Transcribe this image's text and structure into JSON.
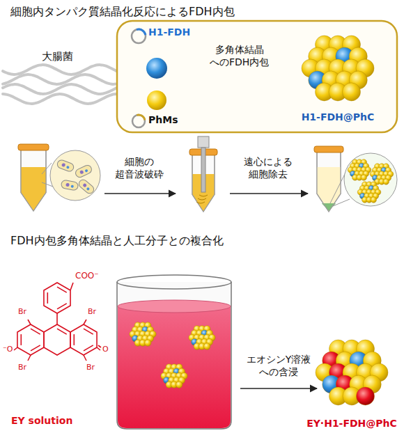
{
  "diagram": {
    "title": "細胞内タンパク質結晶化反応によるFDH内包",
    "nodes": [
      {
        "text": [
          "大腸菌"
        ]
      },
      {
        "text": [
          "H1-FDH"
        ],
        "in": 0
      },
      {
        "text": [
          "PhMs"
        ],
        "in": 0
      },
      {
        "text": [
          "H1-FDH@PhC"
        ],
        "in": 0
      }
    ],
    "edges": [
      {
        "from": 1,
        "to": 3,
        "arrow": "to",
        "label": "多角体結晶 へのFDH内包"
      }
    ],
    "labels": [
      "細胞の 超音波破砕",
      "遠心による 細胞除去",
      "FDH内包多角体結晶と人工分子との複合化",
      "COO⁻",
      "Br",
      "Br",
      "⁻O",
      "O",
      "Br",
      "Br",
      "EY solution",
      "エオシンY溶液 への含浸",
      "EY·H1-FDH@PhC"
    ]
  }
}
